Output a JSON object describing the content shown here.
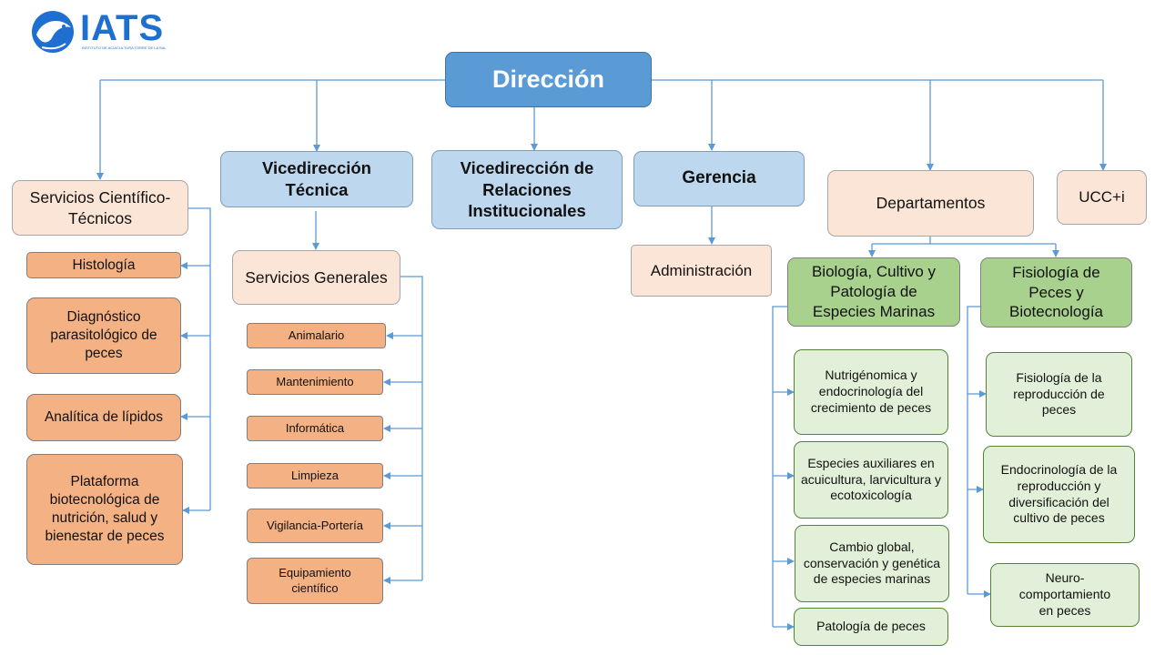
{
  "logo": {
    "text": "IATS",
    "subtitle": "INSTITUTO DE ACUICULTURA TORRE DE LA SAL",
    "color": "#1f6fd1"
  },
  "colors": {
    "connector": "#5b9bd5",
    "top_box": "#5b9bd5",
    "vice_box": "#bdd7ee",
    "unit_box": "#fbe5d6",
    "service_box": "#f4b183",
    "dept_box": "#a9d18e",
    "group_box": "#e2f0d9"
  },
  "direccion": "Dirección",
  "servicios_cientificos": {
    "title": "Servicios Científico-Técnicos",
    "items": [
      "Histología",
      "Diagnóstico parasitológico de peces",
      "Analítica de lípidos",
      "Plataforma biotecnológica de nutrición, salud y bienestar de peces"
    ]
  },
  "vice_tecnica": {
    "title": "Vicedirección Técnica",
    "servicios_generales": "Servicios Generales",
    "items": [
      "Animalario",
      "Mantenimiento",
      "Informática",
      "Limpieza",
      "Vigilancia-Portería",
      "Equipamiento científico"
    ]
  },
  "vice_relaciones": "Vicedirección de Relaciones Institucionales",
  "gerencia": {
    "title": "Gerencia",
    "administracion": "Administración"
  },
  "departamentos": {
    "title": "Departamentos",
    "biologia": {
      "title": "Biología, Cultivo y Patología de Especies Marinas",
      "groups": [
        "Nutrigénomica y endocrinología del crecimiento de peces",
        "Especies auxiliares en acuicultura, larvicultura y ecotoxicología",
        "Cambio global, conservación y genética de especies marinas",
        "Patología de peces"
      ]
    },
    "fisiologia": {
      "title": "Fisiología de Peces y Biotecnología",
      "groups": [
        "Fisiología de la reproducción de peces",
        "Endocrinología de la reproducción y diversificación del cultivo de peces",
        "Neuro-comportamiento en peces"
      ]
    }
  },
  "ucc": "UCC+i"
}
